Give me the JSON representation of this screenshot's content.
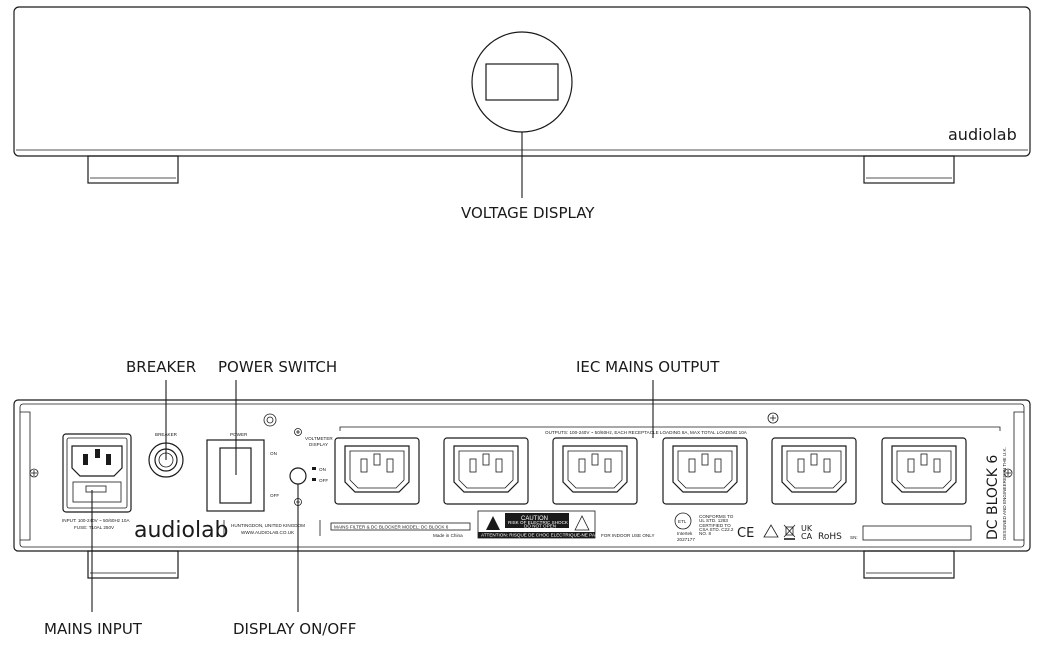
{
  "front": {
    "brand": "audiolab",
    "callout_voltage_display": "VOLTAGE DISPLAY"
  },
  "rear": {
    "callouts": {
      "breaker": "BREAKER",
      "power_switch": "POWER SWITCH",
      "iec_mains_output": "IEC MAINS OUTPUT",
      "mains_input": "MAINS INPUT",
      "display_on_off": "DISPLAY ON/OFF"
    },
    "panel_labels": {
      "breaker": "BREAKER",
      "power": "POWER",
      "on": "ON",
      "off": "OFF",
      "voltmeter_display_1": "VOLTMETER",
      "voltmeter_display_2": "DISPLAY",
      "vm_on": "ON",
      "vm_off": "OFF",
      "outputs": "OUTPUTS: 100-240V ~ 50/60Hz, EACH RECEPTACLE LOADING 8A, MAX TOTAL LOADING 10A",
      "input_1": "INPUT: 100-240V ~ 50/60Hz 10A",
      "input_2": "FUSE: T10AL 250V",
      "brand": "audiolab",
      "address_1": "HUNTINGDON, UNITED KINGDOM",
      "address_2": "WWW.AUDIOLAB.CO.UK",
      "model": "MAINS FILTER & DC BLOCKER  MODEL: DC BLOCK 6",
      "made_in": "Made in China",
      "caution": "CAUTION",
      "caution_1": "RISK OF ELECTRIC SHOCK",
      "caution_2": "DO NOT OPEN",
      "attention": "ATTENTION: RISQUE DE CHOC ELECTRIQUE-NE PAS OUVRIR",
      "indoor": "FOR INDOOR USE ONLY",
      "etl_1": "Intertek",
      "etl_2": "2027177",
      "conforms_1": "CONFORMS TO",
      "conforms_2": "UL STD. 1283",
      "conforms_3": "CERTIFIED TO",
      "conforms_4": "CSA STD. C22.2",
      "conforms_5": "NO. 8",
      "ce": "CE",
      "ukca_1": "UK",
      "ukca_2": "CA",
      "rohs": "RoHS",
      "sn": "SN:",
      "product_name": "DC BLOCK 6",
      "designed_in": "DESIGNED AND ENGINEERED IN THE U.K."
    }
  }
}
